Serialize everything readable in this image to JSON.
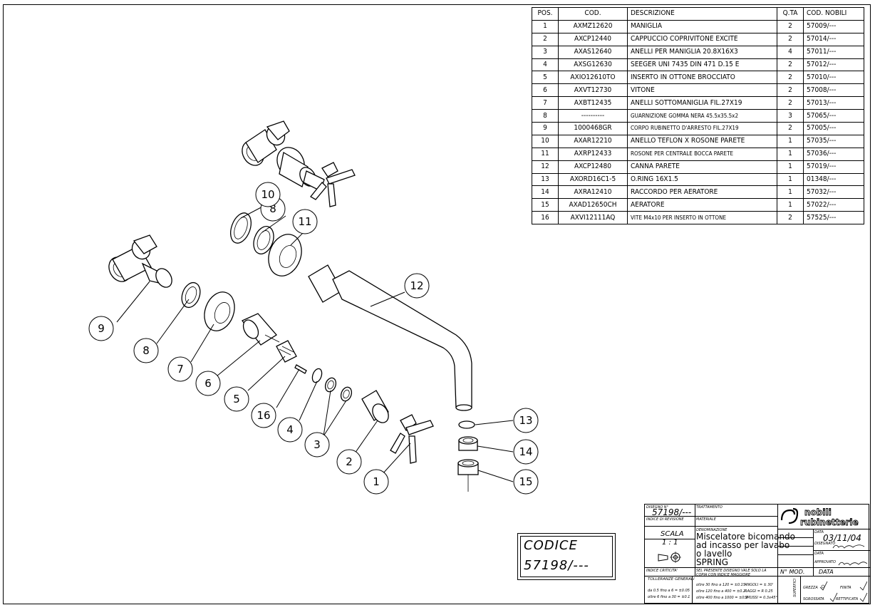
{
  "parts_table": {
    "headers": {
      "pos": "POS.",
      "cod": "COD.",
      "desc": "DESCRIZIONE",
      "qta": "Q.TA",
      "nobili": "COD. NOBILI"
    },
    "rows": [
      {
        "pos": "1",
        "cod": "AXMZ12620",
        "desc": "MANIGLIA",
        "qta": "2",
        "nobili": "57009/---"
      },
      {
        "pos": "2",
        "cod": "AXCP12440",
        "desc": "CAPPUCCIO COPRIVITONE EXCITE",
        "qta": "2",
        "nobili": "57014/---"
      },
      {
        "pos": "3",
        "cod": "AXAS12640",
        "desc": "ANELLI PER MANIGLIA 20.8X16X3",
        "qta": "4",
        "nobili": "57011/---"
      },
      {
        "pos": "4",
        "cod": "AXSG12630",
        "desc": "SEEGER UNI 7435 DIN 471 D.15 E",
        "qta": "2",
        "nobili": "57012/---"
      },
      {
        "pos": "5",
        "cod": "AXIO12610TO",
        "desc": "INSERTO IN OTTONE BROCCIATO",
        "qta": "2",
        "nobili": "57010/---"
      },
      {
        "pos": "6",
        "cod": "AXVT12730",
        "desc": "VITONE",
        "qta": "2",
        "nobili": "57008/---"
      },
      {
        "pos": "7",
        "cod": "AXBT12435",
        "desc": "ANELLI SOTTOMANIGLIA FIL.27X19",
        "qta": "2",
        "nobili": "57013/---"
      },
      {
        "pos": "8",
        "cod": "----------",
        "desc": "GUARNIZIONE GOMMA NERA 45.5x35.5x2",
        "qta": "3",
        "nobili": "57065/---"
      },
      {
        "pos": "9",
        "cod": "1000468GR",
        "desc": "CORPO RUBINETTO D'ARRESTO FIL.27X19",
        "qta": "2",
        "nobili": "57005/---"
      },
      {
        "pos": "10",
        "cod": "AXAR12210",
        "desc": "ANELLO TEFLON X ROSONE PARETE",
        "qta": "1",
        "nobili": "57035/---"
      },
      {
        "pos": "11",
        "cod": "AXRP12433",
        "desc": "ROSONE PER CENTRALE BOCCA PARETE",
        "qta": "1",
        "nobili": "57036/---"
      },
      {
        "pos": "12",
        "cod": "AXCP12480",
        "desc": "CANNA PARETE",
        "qta": "1",
        "nobili": "57019/---"
      },
      {
        "pos": "13",
        "cod": "AXORD16C1-5",
        "desc": "O.RING 16X1.5",
        "qta": "1",
        "nobili": "01348/---"
      },
      {
        "pos": "14",
        "cod": "AXRA12410",
        "desc": "RACCORDO PER AERATORE",
        "qta": "1",
        "nobili": "57032/---"
      },
      {
        "pos": "15",
        "cod": "AXAD12650CH",
        "desc": "AERATORE",
        "qta": "1",
        "nobili": "57022/---"
      },
      {
        "pos": "16",
        "cod": "AXVI12111AQ",
        "desc": "VITE M4x10 PER INSERTO IN OTTONE",
        "qta": "2",
        "nobili": "57525/---"
      }
    ]
  },
  "callouts": [
    "1",
    "2",
    "3",
    "4",
    "5",
    "6",
    "7",
    "8",
    "8",
    "9",
    "10",
    "11",
    "12",
    "13",
    "14",
    "15",
    "16"
  ],
  "codice": {
    "label": "CODICE",
    "value": "57198/---"
  },
  "title_block": {
    "disegno_label": "DISEGNO N°",
    "disegno_value": "57198/---",
    "trattamento_label": "TRATTAMENTO",
    "revisione_label": "INDICE DI REVISIONE",
    "materiale_label": "MATERIALE",
    "scala_label": "SCALA",
    "scala_value": "1 : 1",
    "denominazione_label": "DENOMINAZIONE",
    "denominazione_lines": [
      "Miscelatore bicomando",
      "ad incasso per lavabo",
      "o lavello",
      "SPRING"
    ],
    "brand_line1": "nobili",
    "brand_line2": "rubinetterie",
    "data_label": "DATA",
    "data_value": "03/11/04",
    "disegnato_label": "DISEGNATO",
    "approvato_label": "APPROVATO",
    "indice_label": "INDICE CRITICITA'",
    "note_label": "SEL PRESENTE DISEGNO VALE SOLO LA COPIA CON INDICE MAGGIORE",
    "nmod_label": "N° MOD.",
    "data2_label": "DATA",
    "tolleranze_label": "TOLLERANZE GENERALI",
    "tol_row1": "da  0.5 fino a  6 = ±0.05",
    "tol_row2": "oltre  6 fino a  30 = ±0.1",
    "tol_row3": "oltre  30 fino a  120 = ±0.15",
    "tol_row4": "oltre 120 fino a  400 = ±0.2",
    "tol_row5": "oltre 400 fino a 1000 = ±0.3",
    "angoli": "ANGOLI  = ± 30'",
    "raggi": "RAGGI  = R 0.25",
    "smussi": "SMUSSI  = 0.3x45°",
    "superfici_label": "SUPERFICI",
    "grezza_label": "GREZZA",
    "sgrossata_label": "SGROSSATA",
    "finita_label": "FINITA",
    "rettificata_label": "RETTIFICATA"
  }
}
